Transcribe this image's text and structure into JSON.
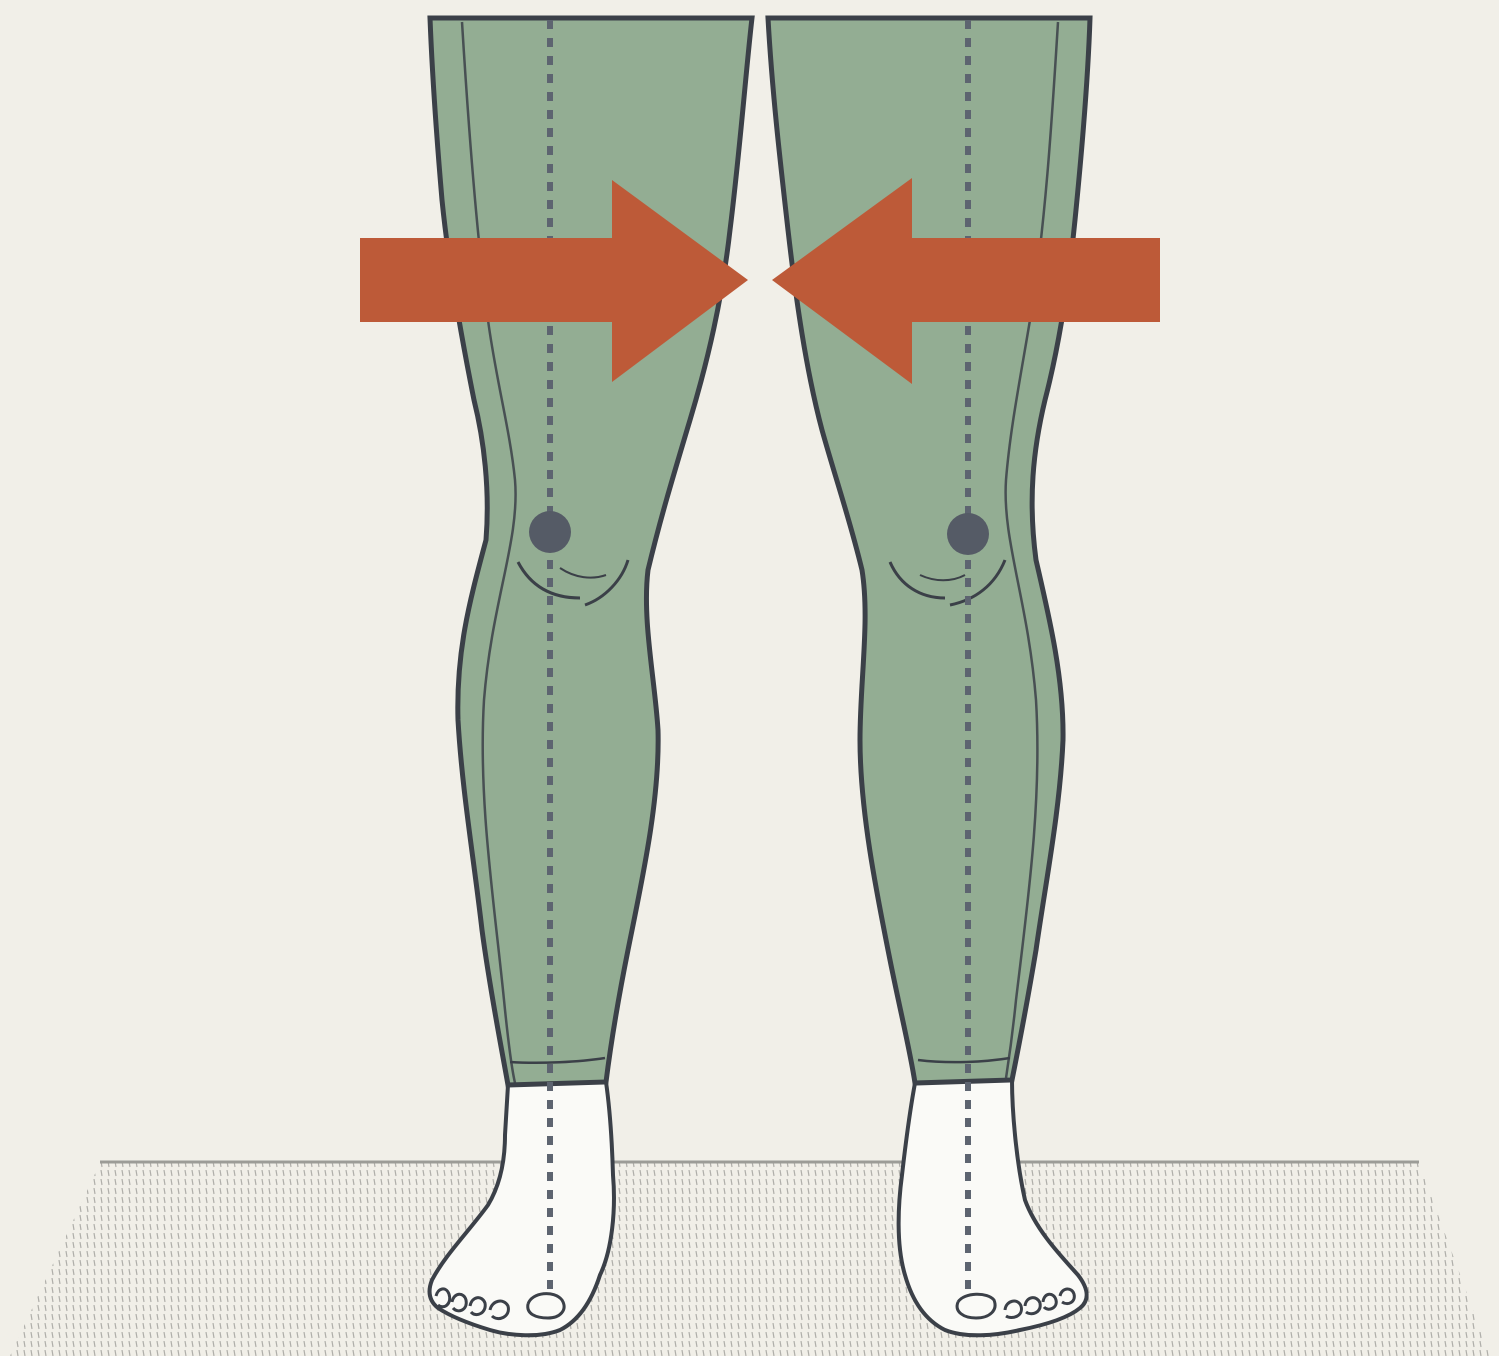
{
  "illustration": {
    "colors": {
      "background": "#f1efe8",
      "leg_fill": "#93ad93",
      "leg_shade": "#a9bfa9",
      "outline": "#3b4048",
      "arrow_fill": "#bd5a38",
      "knee_marker": "#555b66",
      "centerline": "#5d6470",
      "sock_fill": "#fafaf7",
      "floor_hatch": "#9b9b97"
    },
    "legs": [
      {
        "side": "left",
        "knee_marker": "dot",
        "arrow_direction": "right"
      },
      {
        "side": "right",
        "knee_marker": "dot",
        "arrow_direction": "left"
      }
    ],
    "icons": [
      "arrow-right-icon",
      "arrow-left-icon",
      "knee-marker-icon"
    ]
  }
}
